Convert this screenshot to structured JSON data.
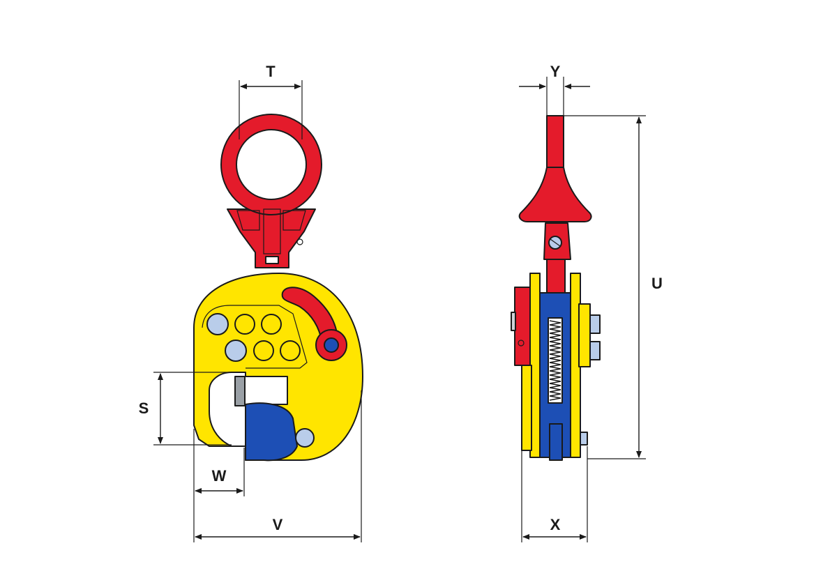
{
  "colors": {
    "red": "#e41b2b",
    "yellow": "#ffe500",
    "blue": "#1d4fb5",
    "light_blue": "#b9cdea",
    "outline": "#1a1a1a"
  },
  "labels": {
    "T": "T",
    "Y": "Y",
    "U": "U",
    "S": "S",
    "W": "W",
    "V": "V",
    "X": "X"
  }
}
